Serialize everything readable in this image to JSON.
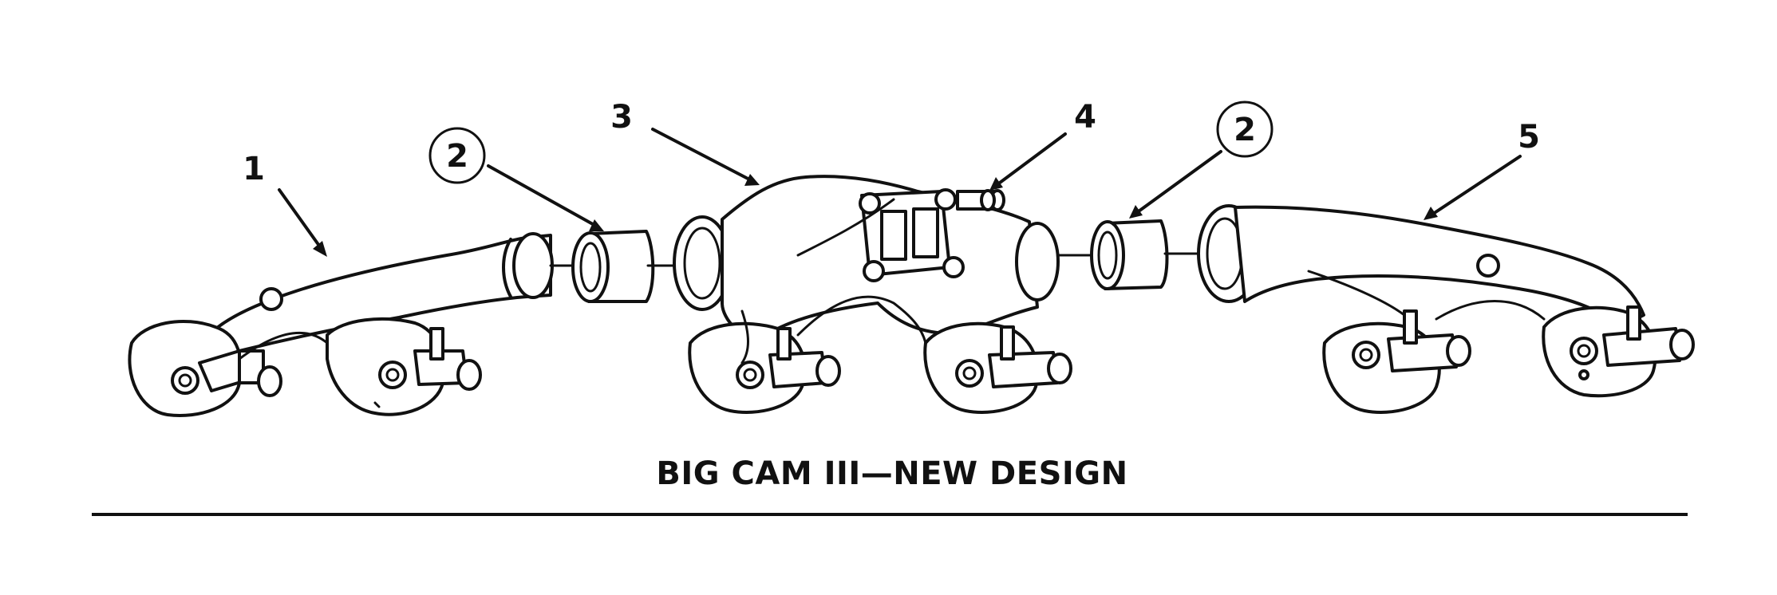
{
  "callouts": [
    {
      "id": "manifold-left-section",
      "label": "1",
      "circled": false
    },
    {
      "id": "seal-ring-left",
      "label": "2",
      "circled": true
    },
    {
      "id": "manifold-center-section",
      "label": "3",
      "circled": false
    },
    {
      "id": "fitting",
      "label": "4",
      "circled": false
    },
    {
      "id": "seal-ring-right",
      "label": "2",
      "circled": true
    },
    {
      "id": "manifold-right-section",
      "label": "5",
      "circled": false
    }
  ],
  "caption": "BIG CAM III—NEW DESIGN",
  "colors": {
    "ink": "#111111",
    "background": "#ffffff"
  }
}
